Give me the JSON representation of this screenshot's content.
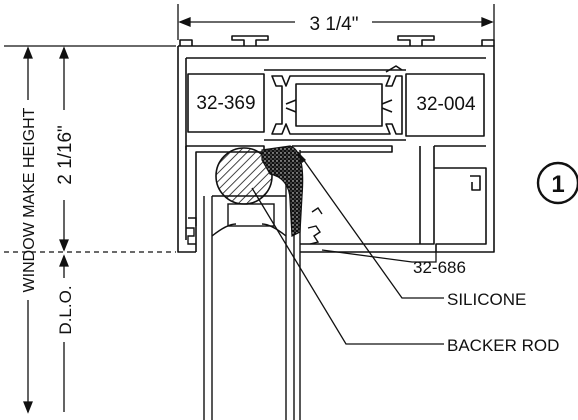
{
  "dimensions": {
    "width_label": "3 1/4\"",
    "height_label": "2 1/16\"",
    "window_make_height_label": "WINDOW MAKE HEIGHT",
    "dlo_label": "D.L.O."
  },
  "parts": {
    "left_profile": "32-369",
    "right_profile": "32-004",
    "glazing_part": "32-686"
  },
  "callouts": {
    "silicone": "SILICONE",
    "backer_rod": "BACKER ROD"
  },
  "detail_number": "1"
}
